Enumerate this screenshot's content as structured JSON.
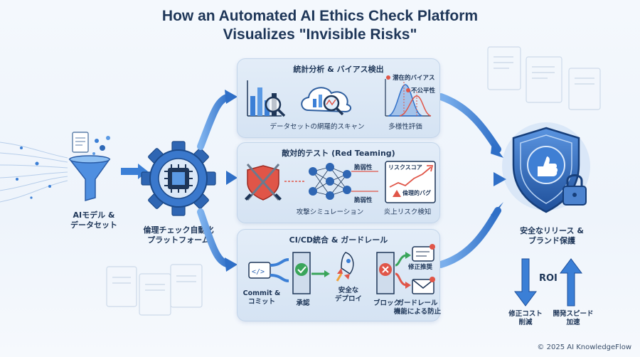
{
  "title_line1": "How an Automated AI Ethics Check Platform",
  "title_line2": "Visualizes \"Invisible Risks\"",
  "input": {
    "label_line1": "AIモデル &",
    "label_line2": "データセット"
  },
  "engine": {
    "label_line1": "倫理チェック自動化",
    "label_line2": "プラットフォーム"
  },
  "panel1": {
    "title": "統計分析 & バイアス検出",
    "scan_label": "データセットの網羅的スキャン",
    "diversity_label": "多様性評価",
    "latent_bias": "潜在的バイアス",
    "unfairness": "不公平性"
  },
  "panel2": {
    "title": "敵対的テスト (Red Teaming)",
    "attack_label": "攻撃シミュレーション",
    "vuln_top": "脆弱性",
    "vuln_bottom": "脆弱性",
    "risk_score": "リスクスコア",
    "ethics_bug": "倫理的バグ",
    "flame_label": "炎上リスク検知"
  },
  "panel3": {
    "title": "CI/CD統合 & ガードレール",
    "commit_line1": "Commit &",
    "commit_line2": "コミット",
    "approve": "承認",
    "deploy_line1": "安全な",
    "deploy_line2": "デプロイ",
    "block": "ブロック",
    "fix": "修正推奨",
    "guard_line1": "ガードレール",
    "guard_line2": "機能による防止"
  },
  "output": {
    "label_line1": "安全なリリース &",
    "label_line2": "ブランド保護"
  },
  "roi": {
    "label": "ROI",
    "cost_line1": "修正コスト",
    "cost_line2": "削減",
    "speed_line1": "開発スピード",
    "speed_line2": "加速"
  },
  "copyright": "© 2025 AI KnowledgeFlow",
  "colors": {
    "navy": "#1e3658",
    "blue": "#3b7fd6",
    "red": "#e05548",
    "green": "#3aa55a"
  }
}
